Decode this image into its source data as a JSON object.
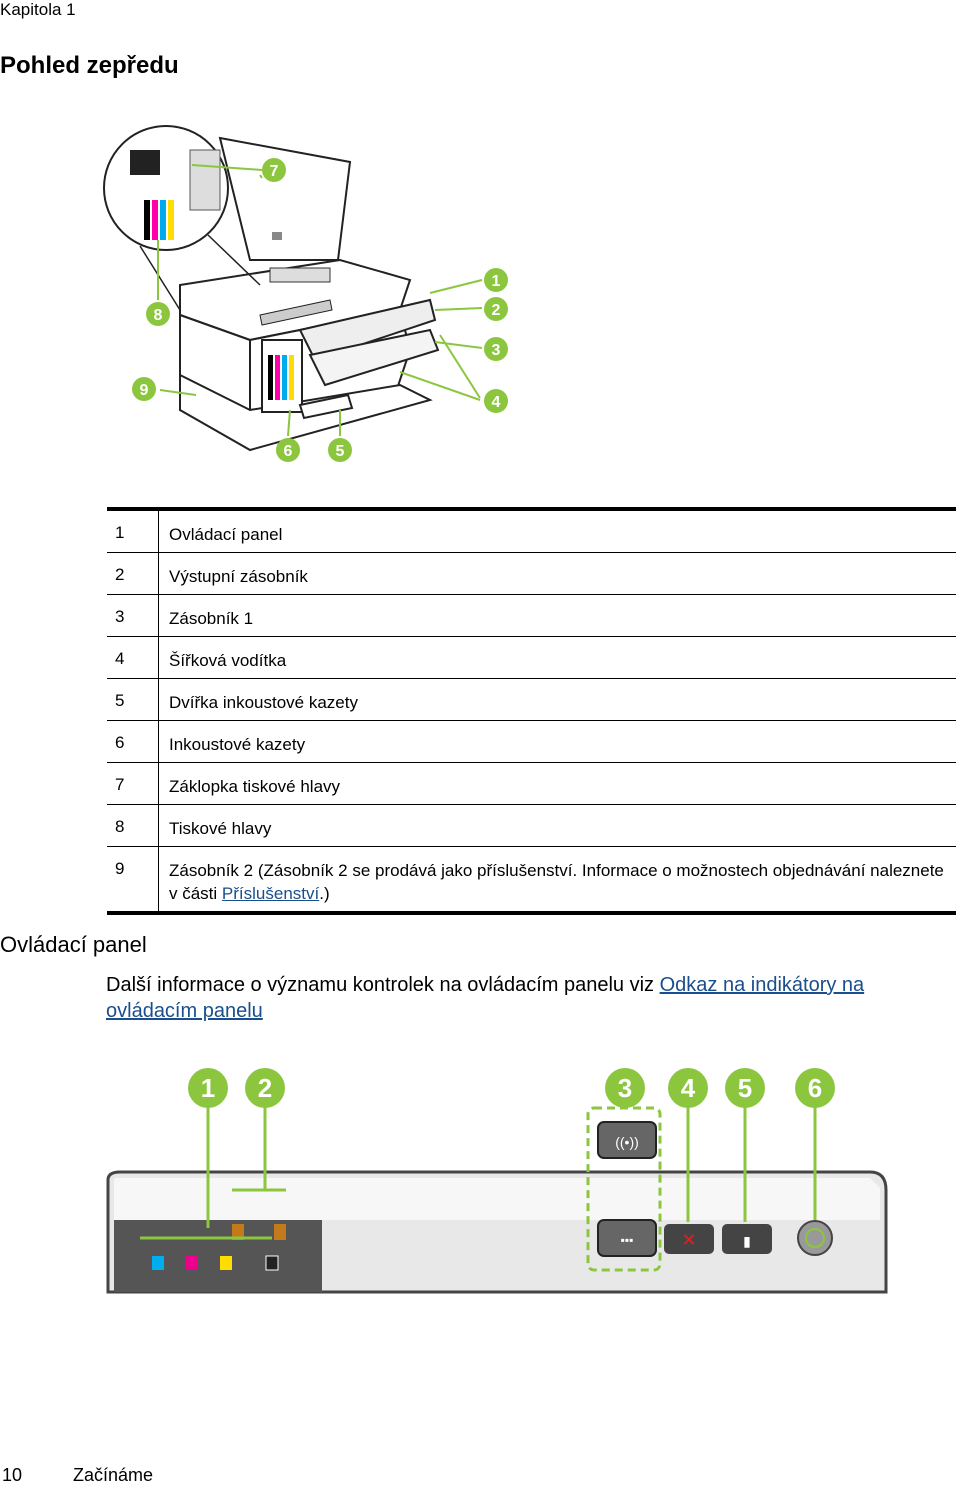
{
  "header": {
    "chapter": "Kapitola 1"
  },
  "front_view": {
    "heading": "Pohled zepředu",
    "callouts": [
      "1",
      "2",
      "3",
      "4",
      "5",
      "6",
      "7",
      "8",
      "9"
    ],
    "parts": [
      {
        "num": "1",
        "label": "Ovládací panel"
      },
      {
        "num": "2",
        "label": "Výstupní zásobník"
      },
      {
        "num": "3",
        "label": "Zásobník 1"
      },
      {
        "num": "4",
        "label": "Šířková vodítka"
      },
      {
        "num": "5",
        "label": "Dvířka inkoustové kazety"
      },
      {
        "num": "6",
        "label": "Inkoustové kazety"
      },
      {
        "num": "7",
        "label": "Záklopka tiskové hlavy"
      },
      {
        "num": "8",
        "label": "Tiskové hlavy"
      },
      {
        "num": "9",
        "label": "Zásobník 2 (Zásobník 2 se prodává jako příslušenství. Informace o možnostech objednávání naleznete v části ",
        "link": "Příslušenství",
        "after": ".)"
      }
    ]
  },
  "control_panel": {
    "heading": "Ovládací panel",
    "intro": "Další informace o významu kontrolek na ovládacím panelu viz ",
    "intro_link": "Odkaz na indikátory na ovládacím panelu",
    "callouts": [
      "1",
      "2",
      "3",
      "4",
      "5",
      "6"
    ]
  },
  "footer": {
    "page_number": "10",
    "section": "Začínáme"
  },
  "colors": {
    "callout_green": "#8cc63f",
    "link_blue": "#1a4e8c",
    "cancel_red": "#e02020"
  }
}
